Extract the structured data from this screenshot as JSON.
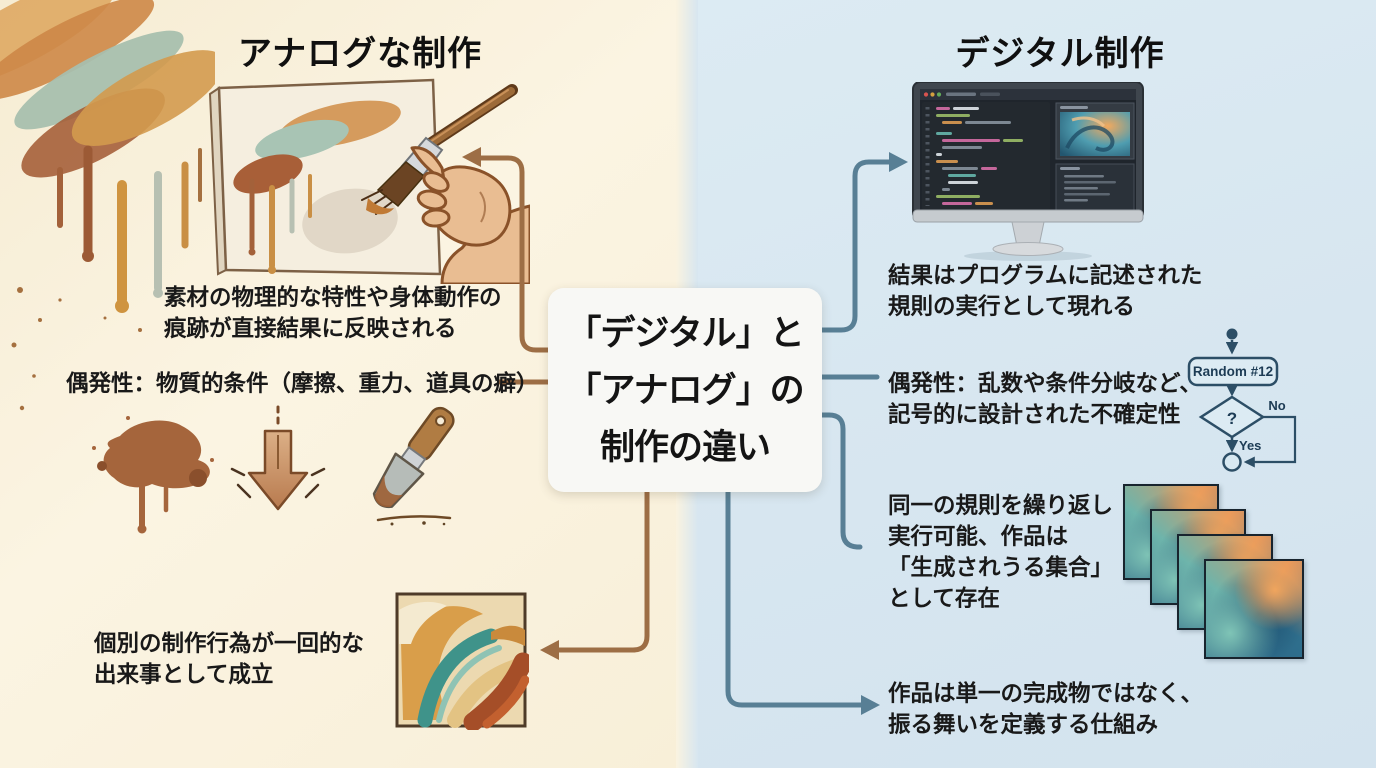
{
  "titles": {
    "left": "アナログな制作",
    "right": "デジタル制作"
  },
  "center_box": {
    "lines": [
      "「デジタル」と",
      "「アナログ」の",
      "制作の違い"
    ]
  },
  "left_panel": {
    "point_material": {
      "lines": [
        "素材の物理的な特性や身体動作の",
        "痕跡が直接結果に反映される"
      ]
    },
    "point_contingency": "偶発性：物質的条件（摩擦、重力、道具の癖）",
    "point_singular": {
      "lines": [
        "個別の制作行為が一回的な",
        "出来事として成立"
      ]
    }
  },
  "right_panel": {
    "point_program": {
      "lines": [
        "結果はプログラムに記述された",
        "規則の実行として現れる"
      ]
    },
    "point_contingency": {
      "lines": [
        "偶発性：乱数や条件分岐など、",
        "記号的に設計された不確定性"
      ]
    },
    "point_repeatable": {
      "lines": [
        "同一の規則を繰り返し",
        "実行可能、作品は",
        "「生成されうる集合」",
        "として存在"
      ]
    },
    "point_behavior": {
      "lines": [
        "作品は単一の完成物ではなく、",
        "振る舞いを定義する仕組み"
      ]
    }
  },
  "flowchart": {
    "node_label": "Random #12",
    "decision_label": "?",
    "no_label": "No",
    "yes_label": "Yes"
  },
  "colors": {
    "left_background": "#fbf4e2",
    "right_background": "#d8e7f0",
    "analog_arrow": "#9d6e45",
    "digital_arrow": "#587f95",
    "flowchart_stroke": "#2c4e66",
    "flowchart_fill": "#dcebf3",
    "center_box_background": "#f8f8f5",
    "text": "#141414"
  }
}
